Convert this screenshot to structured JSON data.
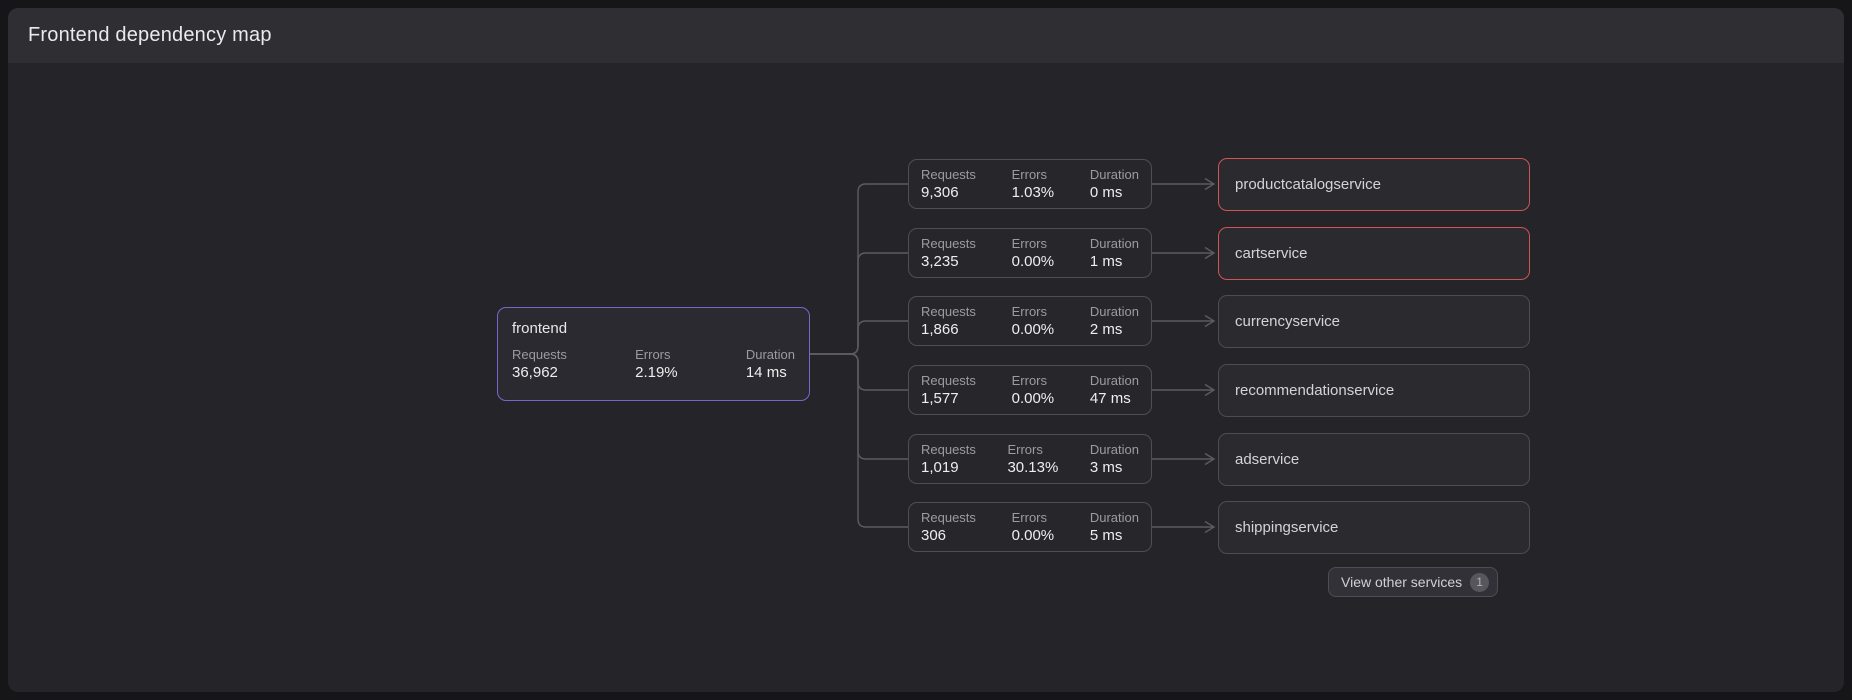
{
  "panel": {
    "title": "Frontend dependency map"
  },
  "stat_labels": {
    "requests": "Requests",
    "errors": "Errors",
    "duration": "Duration"
  },
  "source_node": {
    "name": "frontend",
    "requests": "36,962",
    "errors": "2.19%",
    "duration": "14 ms"
  },
  "rows": [
    {
      "requests": "9,306",
      "errors": "1.03%",
      "duration": "0 ms",
      "service": "productcatalogservice",
      "highlighted": true
    },
    {
      "requests": "3,235",
      "errors": "0.00%",
      "duration": "1 ms",
      "service": "cartservice",
      "highlighted": true
    },
    {
      "requests": "1,866",
      "errors": "0.00%",
      "duration": "2 ms",
      "service": "currencyservice",
      "highlighted": false
    },
    {
      "requests": "1,577",
      "errors": "0.00%",
      "duration": "47 ms",
      "service": "recommendationservice",
      "highlighted": false
    },
    {
      "requests": "1,019",
      "errors": "30.13%",
      "duration": "3 ms",
      "service": "adservice",
      "highlighted": false
    },
    {
      "requests": "306",
      "errors": "0.00%",
      "duration": "5 ms",
      "service": "shippingservice",
      "highlighted": false
    }
  ],
  "footer_button": {
    "label": "View other services",
    "badge": "1"
  },
  "colors": {
    "background": "#161619",
    "panel_body": "#252529",
    "panel_header": "#2f2f33",
    "node_border": "#4c4c53",
    "source_border_accent": "#7d64cc",
    "error_border_accent": "#ce5456",
    "connector": "#5b5b62",
    "label_text": "#9b9ba2",
    "value_text": "#eeeef0"
  }
}
